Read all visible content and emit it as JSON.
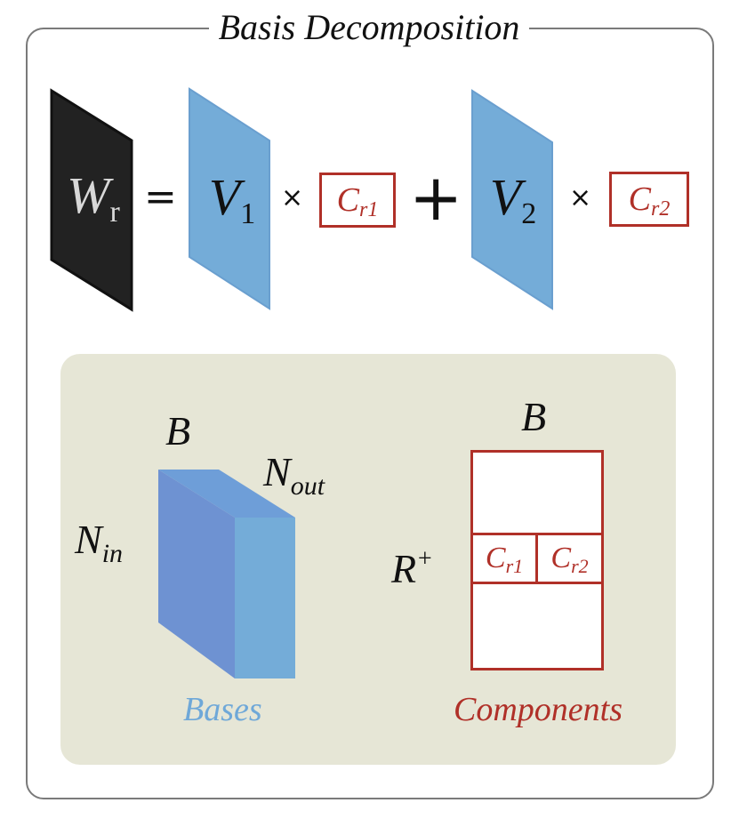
{
  "title": "Basis Decomposition",
  "equation": {
    "lhs": {
      "symbol": "W",
      "subscript": "r"
    },
    "equals": "=",
    "times": "×",
    "plus": "+",
    "basis_1": {
      "symbol": "V",
      "subscript": "1"
    },
    "basis_2": {
      "symbol": "V",
      "subscript": "2"
    },
    "coeff_1": {
      "symbol": "C",
      "subscript": "r1"
    },
    "coeff_2": {
      "symbol": "C",
      "subscript": "r2"
    }
  },
  "bases_block": {
    "top_label": "B",
    "depth_label": {
      "symbol": "N",
      "subscript": "out"
    },
    "height_label": {
      "symbol": "N",
      "subscript": "in"
    },
    "caption": "Bases"
  },
  "components_block": {
    "top_label": "B",
    "row_label": {
      "symbol": "R",
      "superscript": "+"
    },
    "cell_1": {
      "symbol": "C",
      "subscript": "r1"
    },
    "cell_2": {
      "symbol": "C",
      "subscript": "r2"
    },
    "caption": "Components"
  },
  "colors": {
    "dark_matrix": "#222222",
    "basis_blue": "#74acd8",
    "basis_blue_side": "#6e92d2",
    "component_red": "#b03028",
    "panel_bg": "#e6e6d6",
    "frame": "#7a7a7a"
  }
}
